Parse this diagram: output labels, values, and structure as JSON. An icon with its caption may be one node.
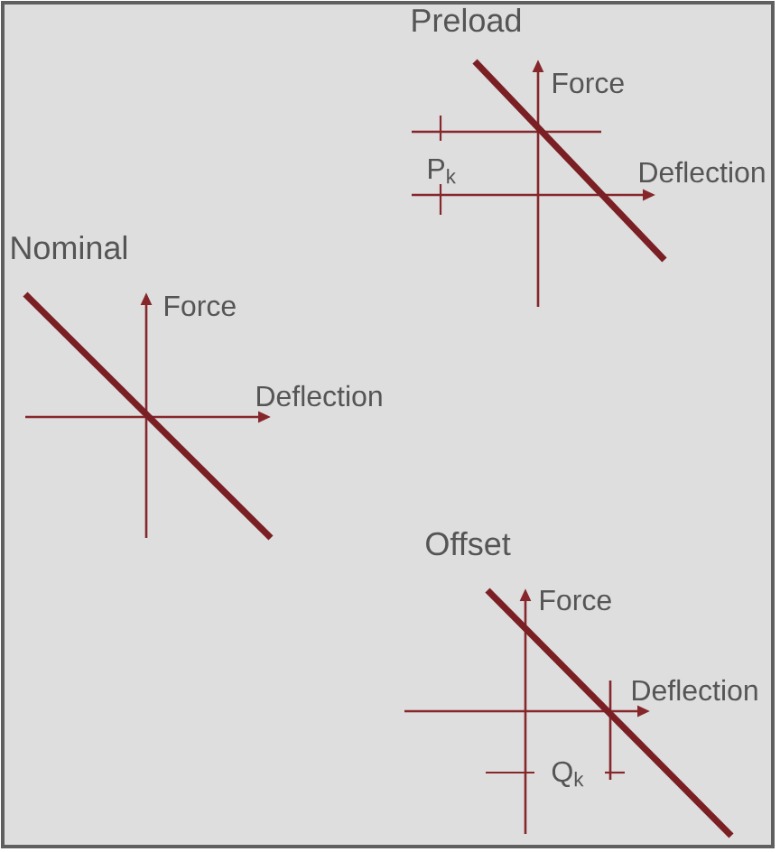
{
  "diagram": {
    "labels": [
      "Preload",
      "Force",
      "Deflection",
      "P$_{k}$",
      "Nominal",
      "Force",
      "Deflection",
      "Offset",
      "Force",
      "Deflection",
      "Q$_{k}$"
    ]
  }
}
